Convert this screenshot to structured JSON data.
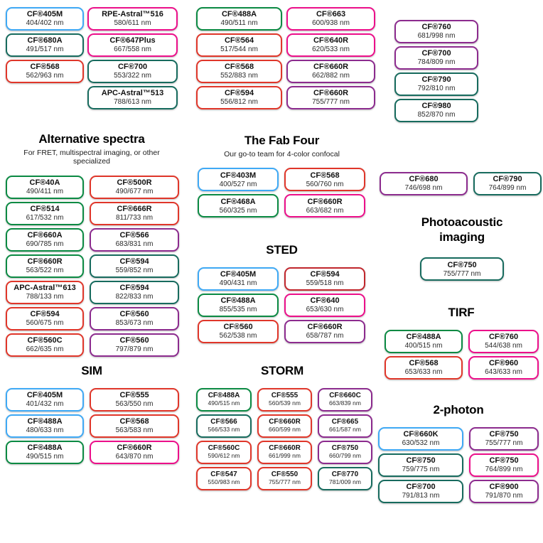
{
  "colors": {
    "blue": "#3fa9f5",
    "green": "#0b8a43",
    "teal": "#176b5e",
    "red": "#e0362a",
    "pink": "#ec0f8a",
    "purple": "#8c2b8e",
    "crimson": "#c1272d"
  },
  "chart_data": {
    "type": "table",
    "sections": [
      {
        "id": "top-a",
        "rows": [
          {
            "l": "CF®405M",
            "v": "404/402 nm",
            "c": "blue"
          },
          {
            "l": "CF®680A",
            "v": "491/517 nm",
            "c": "teal"
          },
          {
            "l": "CF®568",
            "v": "562/963 nm",
            "c": "red"
          }
        ]
      },
      {
        "id": "top-b",
        "rows": [
          {
            "l": "RPE-Astral™516",
            "v": "580/611 nm",
            "c": "pink"
          },
          {
            "l": "CF®647Plus",
            "v": "667/558 nm",
            "c": "pink"
          },
          {
            "l": "CF®700",
            "v": "553/322 nm",
            "c": "teal"
          },
          {
            "l": "APC-Astral™513",
            "v": "788/613 nm",
            "c": "teal"
          }
        ]
      },
      {
        "id": "top-c",
        "rows": [
          {
            "l": "CF®488A",
            "v": "490/511 nm",
            "c": "green"
          },
          {
            "l": "CF®564",
            "v": "517/544 nm",
            "c": "red"
          },
          {
            "l": "CF®568",
            "v": "552/883 nm",
            "c": "red"
          },
          {
            "l": "CF®594",
            "v": "556/812 nm",
            "c": "red"
          }
        ]
      },
      {
        "id": "top-d",
        "rows": [
          {
            "l": "CF®663",
            "v": "600/938 nm",
            "c": "pink"
          },
          {
            "l": "CF®640R",
            "v": "620/533 nm",
            "c": "pink"
          },
          {
            "l": "CF®660R",
            "v": "662/882 nm",
            "c": "purple"
          },
          {
            "l": "CF®660R",
            "v": "755/777 nm",
            "c": "purple"
          }
        ]
      },
      {
        "id": "top-e",
        "rows": [
          {
            "l": "CF®760",
            "v": "681/998 nm",
            "c": "purple"
          },
          {
            "l": "CF®700",
            "v": "784/809 nm",
            "c": "purple"
          },
          {
            "l": "CF®790",
            "v": "792/810 nm",
            "c": "teal"
          },
          {
            "l": "CF®980",
            "v": "852/870 nm",
            "c": "teal"
          }
        ]
      },
      {
        "id": "alternative-spectra",
        "title": "Alternative spectra",
        "subtitle": "For FRET, multispectral imaging, or other specialized",
        "rows": [
          {
            "l": "CF®40A",
            "v": "490/411 nm",
            "c": "green"
          },
          {
            "l": "CF®500R",
            "v": "490/677 nm",
            "c": "red"
          },
          {
            "l": "CF®514",
            "v": "617/532 nm",
            "c": "green"
          },
          {
            "l": "CF®666R",
            "v": "811/733 nm",
            "c": "red"
          },
          {
            "l": "CF®660A",
            "v": "690/785 nm",
            "c": "green"
          },
          {
            "l": "CF®566",
            "v": "683/831 nm",
            "c": "purple"
          },
          {
            "l": "CF®660R",
            "v": "563/522 nm",
            "c": "green"
          },
          {
            "l": "CF®594",
            "v": "559/852 nm",
            "c": "teal"
          },
          {
            "l": "APC-Astral™613",
            "v": "788/133 nm",
            "c": "red"
          },
          {
            "l": "CF®594",
            "v": "822/833 nm",
            "c": "teal"
          },
          {
            "l": "CF®594",
            "v": "560/675 nm",
            "c": "red"
          },
          {
            "l": "CF®560",
            "v": "853/673 nm",
            "c": "purple"
          },
          {
            "l": "CF®560C",
            "v": "662/635 nm",
            "c": "red"
          },
          {
            "l": "CF®560",
            "v": "797/879 nm",
            "c": "purple"
          }
        ]
      },
      {
        "id": "fab-four",
        "title": "The Fab Four",
        "subtitle": "Our go-to team for 4-color confocal",
        "rows": [
          {
            "l": "CF®403M",
            "v": "400/527 nm",
            "c": "blue"
          },
          {
            "l": "CF®568",
            "v": "560/760 nm",
            "c": "red"
          },
          {
            "l": "CF®468A",
            "v": "560/325 nm",
            "c": "green"
          },
          {
            "l": "CF®660R",
            "v": "663/682 nm",
            "c": "pink"
          }
        ]
      },
      {
        "id": "sted",
        "title": "STED",
        "rows": [
          {
            "l": "CF®405M",
            "v": "490/431 nm",
            "c": "blue"
          },
          {
            "l": "CF®594",
            "v": "559/518 nm",
            "c": "crimson"
          },
          {
            "l": "CF®488A",
            "v": "855/535 nm",
            "c": "green"
          },
          {
            "l": "CF®640",
            "v": "653/630 nm",
            "c": "pink"
          },
          {
            "l": "CF®560",
            "v": "562/538 nm",
            "c": "red"
          },
          {
            "l": "CF®660R",
            "v": "658/787 nm",
            "c": "purple"
          }
        ]
      },
      {
        "id": "far-red-pair",
        "rows": [
          {
            "l": "CF®680",
            "v": "746/698 nm",
            "c": "purple"
          },
          {
            "l": "CF®790",
            "v": "764/899 nm",
            "c": "teal"
          }
        ]
      },
      {
        "id": "photoacoustic",
        "title": "Photoacoustic imaging",
        "rows": [
          {
            "l": "CF®750",
            "v": "755/777 nm",
            "c": "teal"
          }
        ]
      },
      {
        "id": "tirf",
        "title": "TIRF",
        "rows": [
          {
            "l": "CF®488A",
            "v": "400/515 nm",
            "c": "green"
          },
          {
            "l": "CF®760",
            "v": "544/638 nm",
            "c": "pink"
          },
          {
            "l": "CF®568",
            "v": "653/633 nm",
            "c": "red"
          },
          {
            "l": "CF®960",
            "v": "643/633 nm",
            "c": "pink"
          }
        ]
      },
      {
        "id": "sim",
        "title": "SIM",
        "rows": [
          {
            "l": "CF®405M",
            "v": "401/432 nm",
            "c": "blue"
          },
          {
            "l": "CF®555",
            "v": "563/550 nm",
            "c": "red"
          },
          {
            "l": "CF®488A",
            "v": "480/633 nm",
            "c": "blue"
          },
          {
            "l": "CF®568",
            "v": "563/583 nm",
            "c": "red"
          },
          {
            "l": "CF®488A",
            "v": "490/515 nm",
            "c": "green"
          },
          {
            "l": "CF®660R",
            "v": "643/870 nm",
            "c": "pink"
          }
        ]
      },
      {
        "id": "storm",
        "title": "STORM",
        "rows": [
          {
            "l": "CF®488A",
            "v": "490/515 nm",
            "c": "green"
          },
          {
            "l": "CF®555",
            "v": "560/539 nm",
            "c": "red"
          },
          {
            "l": "CF®660C",
            "v": "663/839 nm",
            "c": "purple"
          },
          {
            "l": "CF®566",
            "v": "566/533 nm",
            "c": "teal"
          },
          {
            "l": "CF®660R",
            "v": "660/599 nm",
            "c": "red"
          },
          {
            "l": "CF®665",
            "v": "661/587 nm",
            "c": "purple"
          },
          {
            "l": "CF®560C",
            "v": "590/612 nm",
            "c": "red"
          },
          {
            "l": "CF®660R",
            "v": "661/999 nm",
            "c": "red"
          },
          {
            "l": "CF®750",
            "v": "660/799 nm",
            "c": "purple"
          },
          {
            "l": "CF®547",
            "v": "550/983 nm",
            "c": "red"
          },
          {
            "l": "CF®550",
            "v": "755/777 nm",
            "c": "red"
          },
          {
            "l": "CF®770",
            "v": "781/009 nm",
            "c": "teal"
          }
        ]
      },
      {
        "id": "two-photon",
        "title": "2-photon",
        "rows": [
          {
            "l": "CF®660K",
            "v": "630/532 nm",
            "c": "blue"
          },
          {
            "l": "CF®750",
            "v": "755/777 nm",
            "c": "purple"
          },
          {
            "l": "CF®750",
            "v": "759/775 nm",
            "c": "teal"
          },
          {
            "l": "CF®750",
            "v": "764/899 nm",
            "c": "pink"
          },
          {
            "l": "CF®700",
            "v": "791/813 nm",
            "c": "teal"
          },
          {
            "l": "CF®900",
            "v": "791/870 nm",
            "c": "purple"
          }
        ]
      }
    ]
  }
}
